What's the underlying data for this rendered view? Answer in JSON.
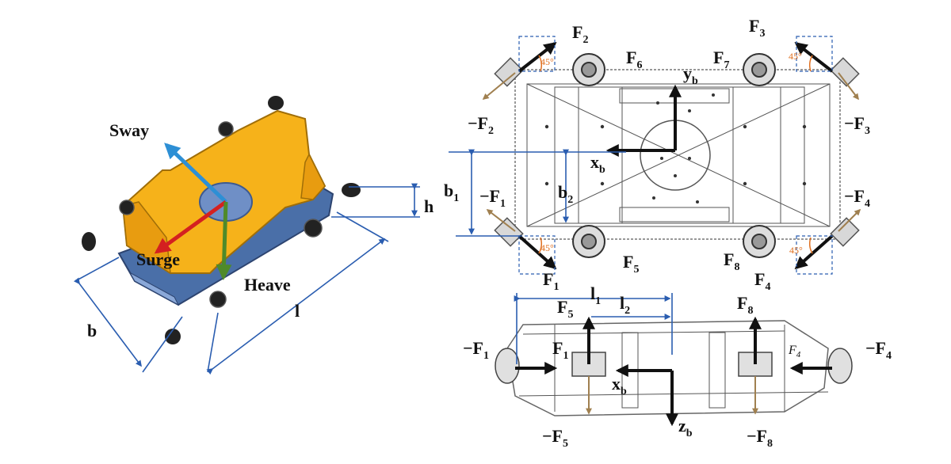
{
  "iso_view": {
    "sway": "Sway",
    "surge": "Surge",
    "heave": "Heave",
    "dim_b": "b",
    "dim_l": "l",
    "dim_h": "h"
  },
  "top_view": {
    "F2": {
      "main": "F",
      "sub": "2"
    },
    "F3": {
      "main": "F",
      "sub": "3"
    },
    "F6": {
      "main": "F",
      "sub": "6"
    },
    "F7": {
      "main": "F",
      "sub": "7"
    },
    "yb": {
      "main": "y",
      "sub": "b"
    },
    "xb": {
      "main": "x",
      "sub": "b"
    },
    "negF2": {
      "main": "−F",
      "sub": "2"
    },
    "negF3": {
      "main": "−F",
      "sub": "3"
    },
    "negF1": {
      "main": "−F",
      "sub": "1"
    },
    "negF4": {
      "main": "−F",
      "sub": "4"
    },
    "b1": {
      "main": "b",
      "sub": "1"
    },
    "b2": {
      "main": "b",
      "sub": "2"
    },
    "F5": {
      "main": "F",
      "sub": "5"
    },
    "F8": {
      "main": "F",
      "sub": "8"
    },
    "F4": {
      "main": "F",
      "sub": "4"
    },
    "F1": {
      "main": "F",
      "sub": "1"
    },
    "angle": "45°"
  },
  "side_view": {
    "l1": {
      "main": "l",
      "sub": "1"
    },
    "l2": {
      "main": "l",
      "sub": "2"
    },
    "F5": {
      "main": "F",
      "sub": "5"
    },
    "F8": {
      "main": "F",
      "sub": "8"
    },
    "negF1": {
      "main": "−F",
      "sub": "1"
    },
    "F1": {
      "main": "F",
      "sub": "1"
    },
    "F4": {
      "main": "F",
      "sub": "4"
    },
    "negF4": {
      "main": "−F",
      "sub": "4"
    },
    "xb": {
      "main": "x",
      "sub": "b"
    },
    "zb": {
      "main": "z",
      "sub": "b"
    },
    "negF5": {
      "main": "−F",
      "sub": "5"
    },
    "negF8": {
      "main": "−F",
      "sub": "8"
    }
  },
  "colors": {
    "hull": "#f6b21a",
    "sway_arrow": "#2d8fd5",
    "surge_arrow": "#d42020",
    "heave_arrow": "#4f8a2a",
    "dimension": "#2a5db0",
    "angle": "#e07020"
  }
}
